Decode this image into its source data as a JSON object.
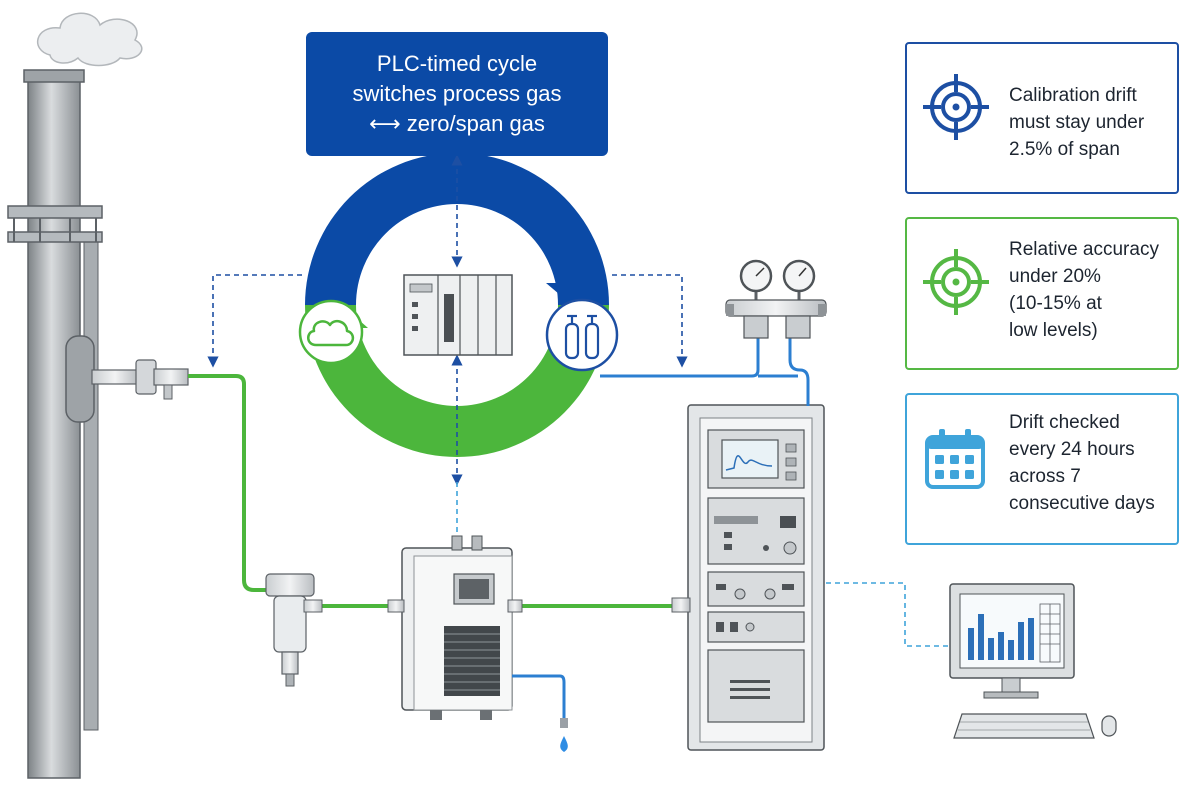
{
  "plc_box": {
    "lines": [
      "PLC-timed cycle",
      "switches process gas",
      "⟷ zero/span gas"
    ]
  },
  "cards": [
    {
      "id": "drift",
      "icon": "target-icon",
      "color": "#1d4fa3",
      "lines": [
        "Calibration drift",
        "must stay under",
        "2.5% of span"
      ]
    },
    {
      "id": "accuracy",
      "icon": "target-icon",
      "color": "#55b844",
      "lines": [
        "Relative accuracy",
        "under 20%",
        "(10-15% at",
        "low levels)"
      ]
    },
    {
      "id": "schedule",
      "icon": "calendar-icon",
      "color": "#3fa4da",
      "lines": [
        "Drift checked",
        "every 24 hours",
        "across 7",
        "consecutive days"
      ]
    }
  ],
  "colors": {
    "blue": "#0b4aa6",
    "green": "#4cb63c",
    "light_blue": "#3fa4da",
    "steel": "#9aa0a6"
  }
}
